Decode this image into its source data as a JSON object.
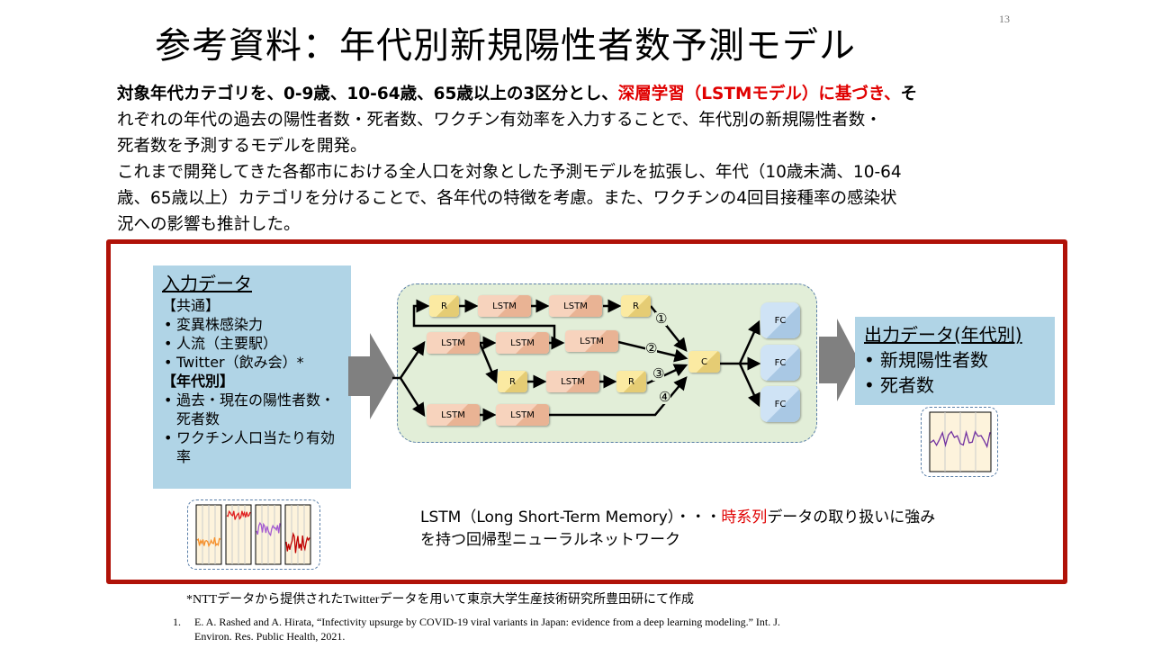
{
  "title": "参考資料：年代別新規陽性者数予測モデル",
  "page_number": "13",
  "intro": {
    "p1_bold": "対象年代カテゴリを、0-9歳、10-64歳、65歳以上の3区分とし、",
    "p1_red": "深層学習（LSTMモデル）に基づき、",
    "p1_tail": "そ",
    "p1_line2": "れぞれの年代の過去の陽性者数・死者数、ワクチン有効率を入力することで、年代別の新規陽性者数・",
    "p1_line3": "死者数を予測するモデルを開発。",
    "p2_line1": "これまで開発してきた各都市における全人口を対象とした予測モデルを拡張し、年代（10歳未満、10-64",
    "p2_line2": "歳、65歳以上）カテゴリを分けることで、各年代の特徴を考慮。また、ワクチンの4回目接種率の感染状",
    "p2_line3": "況への影響も推計した。"
  },
  "input": {
    "heading": "入力データ",
    "common_label": "【共通】",
    "common_items": [
      "変異株感染力",
      "人流（主要駅）",
      "Twitter（飲み会）*"
    ],
    "age_label": "【年代別】",
    "age_items": [
      "過去・現在の陽性者数・死者数",
      "ワクチン人口当たり有効率"
    ]
  },
  "output": {
    "heading": "出力データ(年代別)",
    "items": [
      "新規陽性者数",
      "死者数"
    ]
  },
  "network": {
    "lstm": "LSTM",
    "r": "R",
    "c": "C",
    "fc": "FC",
    "paths": [
      "①",
      "②",
      "③",
      "④"
    ]
  },
  "description": {
    "line1_pre": "LSTM（Long Short-Term Memory）・・・",
    "line1_red": "時系列",
    "line1_post": "データの取り扱いに強み",
    "line2": "を持つ回帰型ニューラルネットワーク"
  },
  "footnote": "*NTTデータから提供されたTwitterデータを用いて東京大学生産技術研究所豊田研にて作成",
  "reference": {
    "num": "1.",
    "text": "E. A. Rashed and A. Hirata, “Infectivity upsurge by COVID-19 viral variants in Japan: evidence from a deep learning modeling.” Int. J. Environ. Res. Public Health, 2021."
  },
  "colors": {
    "frame": "#b01208",
    "accent": "#e00000",
    "box": "#b0d4e6"
  }
}
